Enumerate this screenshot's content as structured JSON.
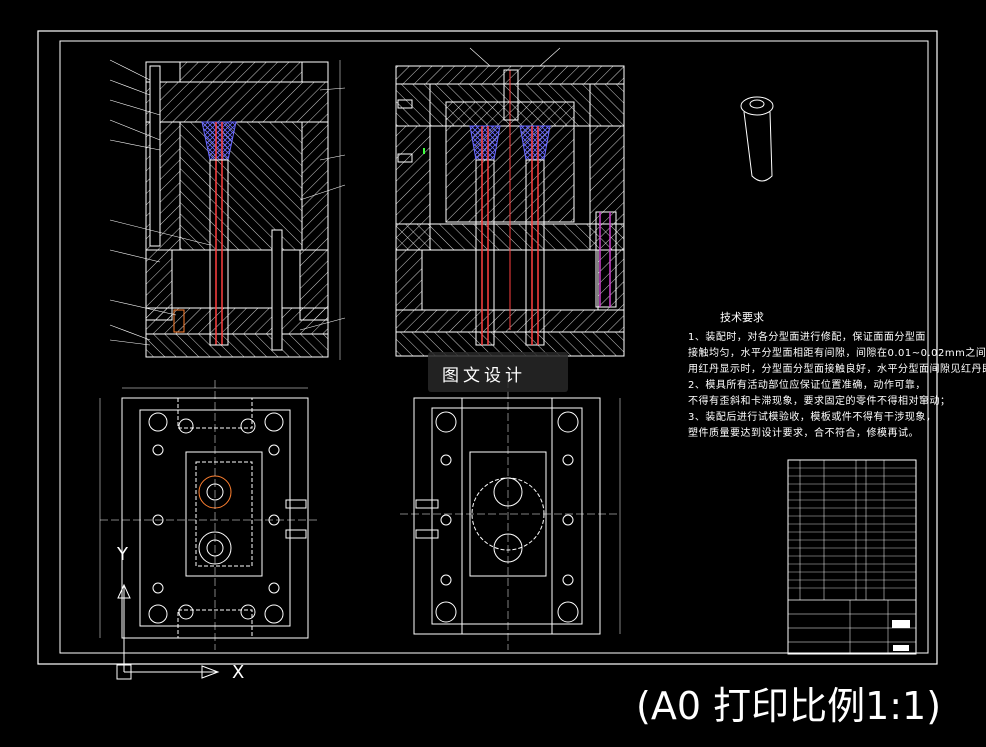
{
  "technical_requirements": {
    "title": "技术要求",
    "lines": [
      "1、装配时，对各分型面进行修配，保证面面分型面",
      "接触均匀，水平分型面相距有间隙，间隙在0.01~0.02mm之间，",
      "用红丹显示时，分型面分型面接触良好，水平分型面间隙见红丹即可；",
      "2、模具所有活动部位应保证位置准确，动作可靠，",
      "不得有歪斜和卡滞现象，要求固定的零件不得相对窜动；",
      "3、装配后进行试模验收，模板或件不得有干涉现象，",
      "塑件质量要达到设计要求，合不符合，修模再试。"
    ]
  },
  "watermark": {
    "text": "图文设计"
  },
  "print_scale": {
    "text": "(A0 打印比例1:1)"
  },
  "axes": {
    "y": "Y",
    "x": "X"
  },
  "colors": {
    "line": "#ffffff",
    "hatch": "#ffffff",
    "cavity": "#6a6aff",
    "rod": "#ff4040",
    "pink": "#d040d0",
    "green": "#40ff40"
  }
}
